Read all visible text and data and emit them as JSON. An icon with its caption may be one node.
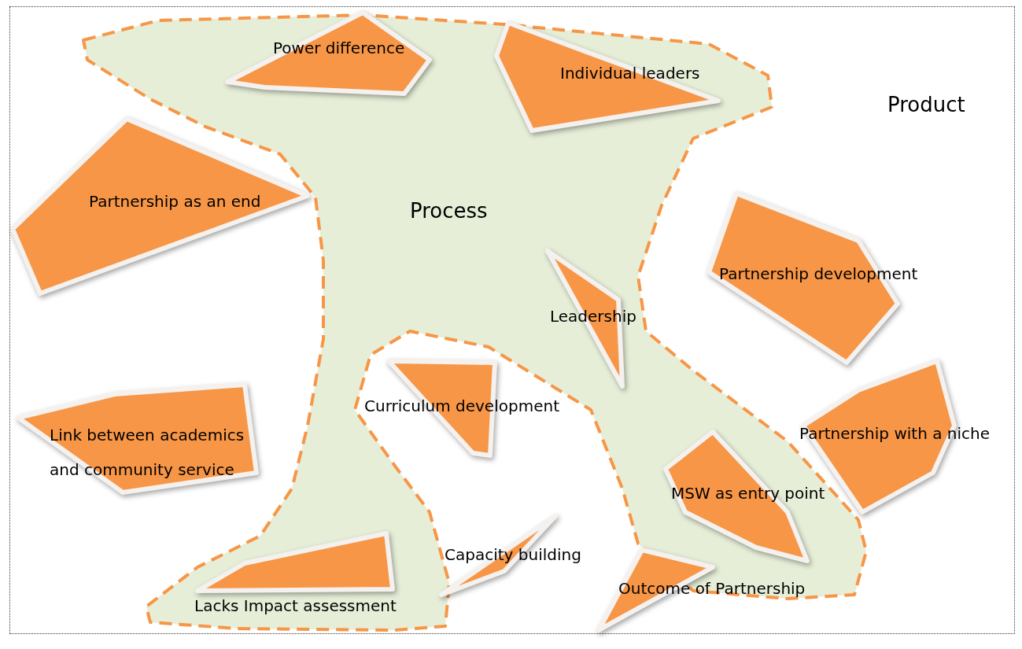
{
  "diagram": {
    "nodes": [
      {
        "text": [
          "Product"
        ]
      },
      {
        "text": [
          "Process"
        ],
        "in": 0
      },
      {
        "text": [
          "Power difference"
        ],
        "in": 1
      },
      {
        "text": [
          "Individual leaders"
        ],
        "in": 1
      },
      {
        "text": [
          "Partnership as an end"
        ],
        "in": 0
      },
      {
        "text": [
          "Partnership development"
        ],
        "in": 0
      },
      {
        "text": [
          "Link between academics and community service"
        ],
        "in": 0
      },
      {
        "text": [
          "Leadership"
        ],
        "in": 1
      },
      {
        "text": [
          "Curriculum development"
        ],
        "in": 0
      },
      {
        "text": [
          "Partnership with a niche"
        ],
        "in": 0
      },
      {
        "text": [
          "MSW as entry point"
        ],
        "in": 1
      },
      {
        "text": [
          "Capacity building"
        ],
        "in": 0
      },
      {
        "text": [
          "Lacks Impact assessment"
        ],
        "in": 1
      },
      {
        "text": [
          "Outcome of Partnership"
        ],
        "in": 1
      }
    ],
    "edges": []
  }
}
